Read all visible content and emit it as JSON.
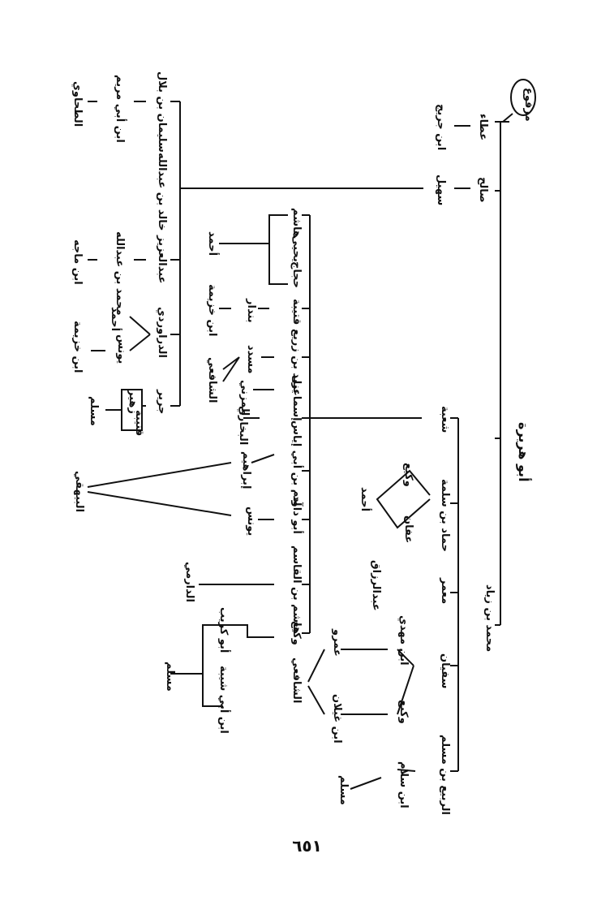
{
  "page_number": "٦٥١",
  "names": {
    "abu_hurayra": "أبو هريرة",
    "marker": "مرفوع",
    "ata": "عطاء",
    "ibn_jurayj": "ابن جريج",
    "salih": "صالح",
    "suhayl": "سهيل",
    "khalid": "خالد بن عبدالله",
    "sulayman_bilal": "سليمان بن بلال",
    "ibn_abi_maryam": "ابن أبي مريم",
    "tahawi": "الطحاوي",
    "abdulaziz": "عبدالعزيز",
    "muhammad_abdullah": "محمد بن عبدالله",
    "ibn_majah": "ابن ماجه",
    "darawardi": "الدراوردي",
    "yunus_d": "يونس",
    "ahmad_d": "أحمد",
    "ibn_khuzayma_d": "ابن خزيمة",
    "jarir": "جرير",
    "zuhayr": "زهير",
    "qutayba_j": "قتيبة",
    "muslim_j": "مسلم",
    "hajjaj": "حجاج",
    "yahya": "يحيى",
    "hashim": "هاشم",
    "ahmad_h": "أحمد",
    "qutayba": "قتيبة",
    "bundar": "بندار",
    "ibn_khuzayma_q": "ابن خزيمة",
    "ibn_zuray": "يزيد بن زريع",
    "musaddad": "مسدد",
    "shafii_ibn_zuray": "الشافعي",
    "ismail": "إسماعيل",
    "muzani": "المزني",
    "adam": "آدم بن أبي إياس",
    "bukhari": "البخاري",
    "ibrahim": "إبراهيم",
    "abu_dawud": "أبو داود",
    "yunus_b": "يونس",
    "bayhaqi": "البيهقي",
    "hashim_qasim": "هاشم بن القاسم",
    "darimi": "الدارمي",
    "waki": "وكيع",
    "abu_kurayb": "أبو كريب",
    "ibn_abi_shayba": "ابن أبي شيبة",
    "muslim_w": "مسلم",
    "shuba": "شعبة",
    "hammad": "حماد بن سلمة",
    "affan": "عفان",
    "waki_h": "وكيع",
    "ahmad_a": "أحمد",
    "muammar": "معمر",
    "abdulrazzaq": "عبدالرزاق",
    "muhammad_ziyad": "محمد بن زياد",
    "sufyan": "سفيان",
    "ibn_mahdi": "ابن مهدي",
    "amr": "عمرو",
    "waki_s": "وكيع",
    "ibn_ghaylan": "ابن غيلان",
    "shafii_s": "الشافعي",
    "rabi": "الربيع بن مسلم",
    "ibn_sallam": "ابن سلام",
    "muslim_r": "مسلم"
  }
}
